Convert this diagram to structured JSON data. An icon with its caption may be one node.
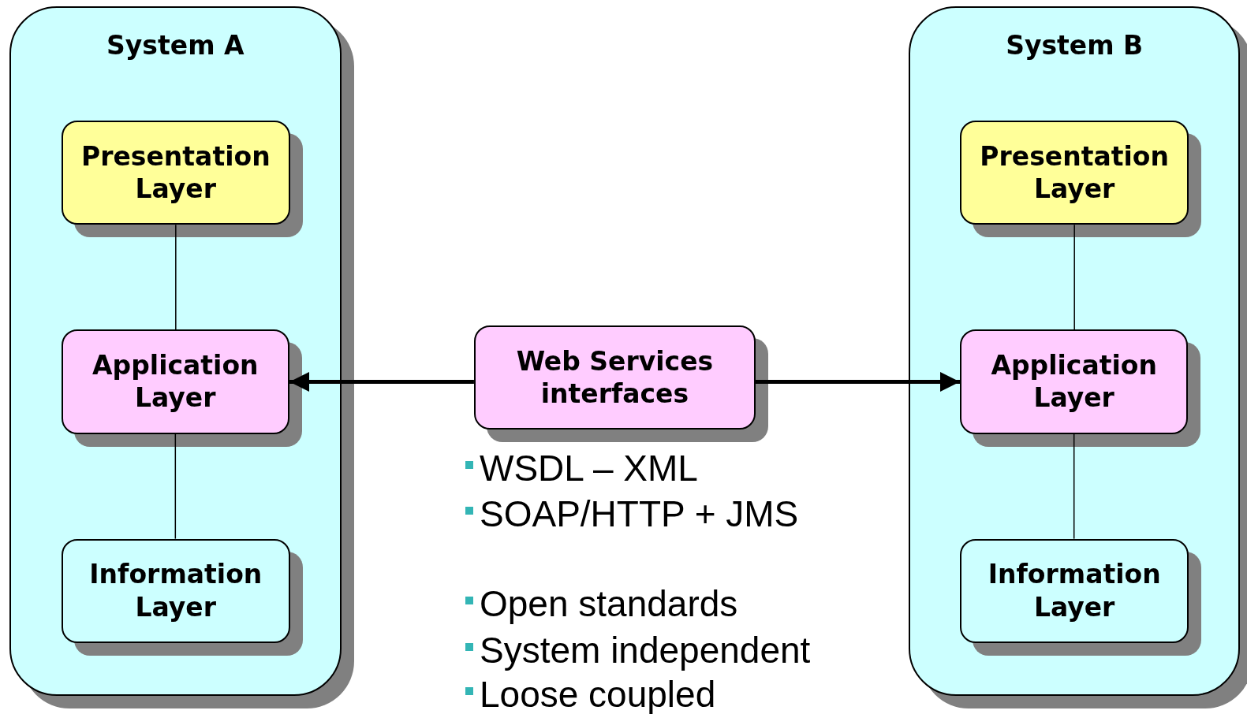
{
  "diagram": {
    "nodes": [
      {
        "text": [
          "System A"
        ]
      },
      {
        "text": [
          "Presentation Layer"
        ],
        "in": 0
      },
      {
        "text": [
          "Application Layer"
        ],
        "in": 0
      },
      {
        "text": [
          "Information Layer"
        ],
        "in": 0
      },
      {
        "text": [
          "System B"
        ]
      },
      {
        "text": [
          "Presentation Layer"
        ],
        "in": 4
      },
      {
        "text": [
          "Application Layer"
        ],
        "in": 4
      },
      {
        "text": [
          "Information Layer"
        ],
        "in": 4
      },
      {
        "text": [
          "Web Services interfaces"
        ]
      }
    ],
    "edges": [
      {
        "from": 1,
        "to": 2,
        "arrow": "none"
      },
      {
        "from": 2,
        "to": 3,
        "arrow": "none"
      },
      {
        "from": 5,
        "to": 6,
        "arrow": "none"
      },
      {
        "from": 6,
        "to": 7,
        "arrow": "none"
      },
      {
        "from": 8,
        "to": 2,
        "arrow": "to",
        "style": "thick"
      },
      {
        "from": 8,
        "to": 6,
        "arrow": "to",
        "style": "thick"
      }
    ],
    "labels": [
      "WSDL – XML",
      "SOAP/HTTP + JMS",
      "Open standards",
      "System independent",
      "Loose coupled"
    ]
  }
}
